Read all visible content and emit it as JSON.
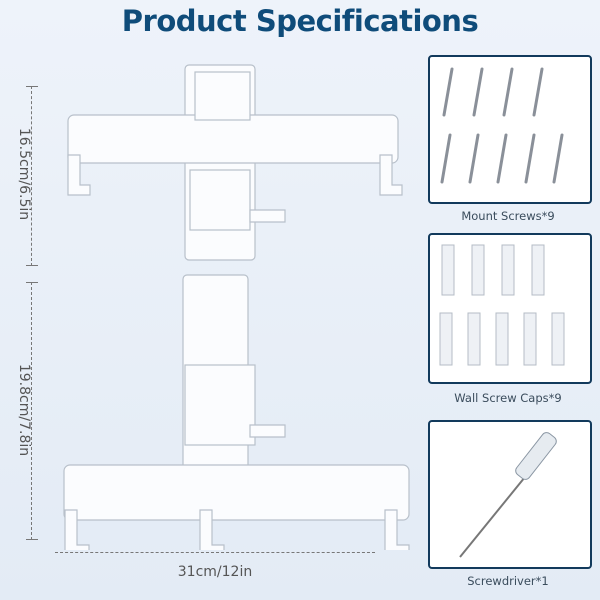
{
  "title": "Product Specifications",
  "dimensions": {
    "top_height": "16.5cm/6.5in",
    "bottom_height": "19.8cm/7.8in",
    "width": "31cm/12in"
  },
  "accessories": [
    {
      "label": "Mount Screws*9"
    },
    {
      "label": "Wall Screw Caps*9"
    },
    {
      "label": "Screwdriver*1"
    }
  ],
  "colors": {
    "title": "#0f4c7a",
    "panel_border": "#123a5c"
  }
}
